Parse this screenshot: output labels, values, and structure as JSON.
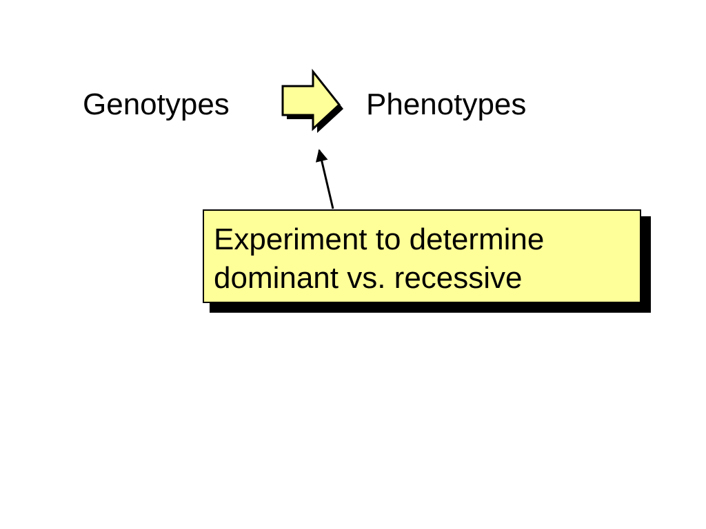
{
  "diagram": {
    "source_label": "Genotypes",
    "target_label": "Phenotypes",
    "callout": {
      "line1": "Experiment to determine",
      "line2": "dominant vs. recessive"
    }
  },
  "colors": {
    "background": "#ffffff",
    "arrow_fill": "#ffff99",
    "callout_fill": "#ffff99",
    "outline": "#000000"
  },
  "icons": {
    "relation_arrow": "block-right-arrow-icon",
    "pointer_arrow": "up-arrow-icon"
  }
}
